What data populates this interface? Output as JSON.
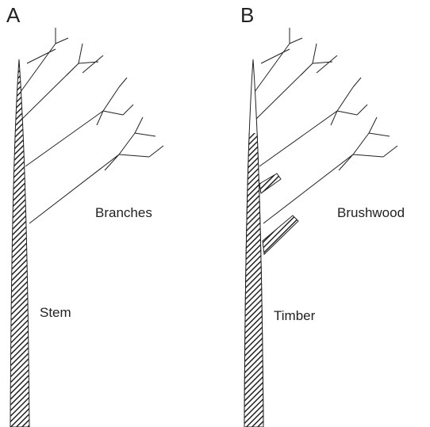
{
  "panel_a": {
    "letter": "A",
    "labels": {
      "branches": "Branches",
      "stem": "Stem"
    }
  },
  "panel_b": {
    "letter": "B",
    "labels": {
      "brushwood": "Brushwood",
      "timber": "Timber"
    }
  },
  "colors": {
    "ink": "#222222",
    "background": "#ffffff"
  }
}
